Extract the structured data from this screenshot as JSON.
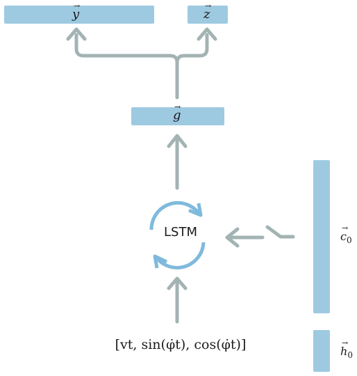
{
  "outputs": {
    "y_label": "y",
    "z_label": "z"
  },
  "hidden": {
    "g_label": "g"
  },
  "cell": {
    "lstm_label": "LSTM"
  },
  "initial_state": {
    "c0_label": "c",
    "c0_sub": "0",
    "h0_label": "h",
    "h0_sub": "0"
  },
  "input": {
    "formula": "[vt, sin(φ̇t), cos(φ̇t)]"
  },
  "colors": {
    "box_fill": "#9ecae1",
    "arrow": "#a3b3b3",
    "loop": "#7fbadc"
  }
}
